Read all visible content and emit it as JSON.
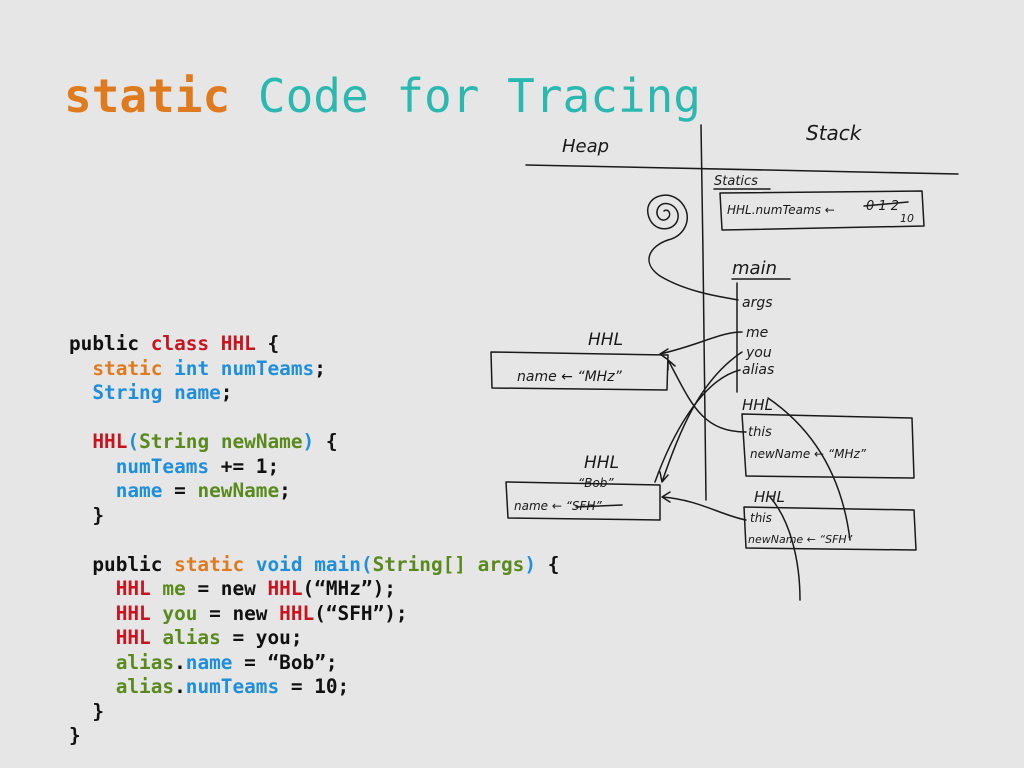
{
  "title": {
    "keyword": "static",
    "rest": "Code for Tracing",
    "keyword_color": "#e07a1e",
    "rest_color": "#2bb8b0"
  },
  "colors": {
    "plain": "#111111",
    "class_ref": "#c8141e",
    "static_kw": "#e07a1e",
    "type_field": "#1f8fdb",
    "variable": "#5a8a1e"
  },
  "code_lines": [
    [
      {
        "t": "public ",
        "c": "plain"
      },
      {
        "t": "class ",
        "c": "class_ref"
      },
      {
        "t": "HHL",
        "c": "class_ref"
      },
      {
        "t": " {",
        "c": "plain"
      }
    ],
    [
      {
        "t": "  ",
        "c": "plain"
      },
      {
        "t": "static ",
        "c": "static_kw"
      },
      {
        "t": "int ",
        "c": "type_field"
      },
      {
        "t": "numTeams",
        "c": "type_field"
      },
      {
        "t": ";",
        "c": "plain"
      }
    ],
    [
      {
        "t": "  ",
        "c": "plain"
      },
      {
        "t": "String ",
        "c": "type_field"
      },
      {
        "t": "name",
        "c": "type_field"
      },
      {
        "t": ";",
        "c": "plain"
      }
    ],
    [],
    [
      {
        "t": "  ",
        "c": "plain"
      },
      {
        "t": "HHL",
        "c": "class_ref"
      },
      {
        "t": "(",
        "c": "type_field"
      },
      {
        "t": "String ",
        "c": "variable"
      },
      {
        "t": "newName",
        "c": "variable"
      },
      {
        "t": ")",
        "c": "type_field"
      },
      {
        "t": " {",
        "c": "plain"
      }
    ],
    [
      {
        "t": "    ",
        "c": "plain"
      },
      {
        "t": "numTeams",
        "c": "type_field"
      },
      {
        "t": " += 1;",
        "c": "plain"
      }
    ],
    [
      {
        "t": "    ",
        "c": "plain"
      },
      {
        "t": "name",
        "c": "type_field"
      },
      {
        "t": " = ",
        "c": "plain"
      },
      {
        "t": "newName",
        "c": "variable"
      },
      {
        "t": ";",
        "c": "plain"
      }
    ],
    [
      {
        "t": "  }",
        "c": "plain"
      }
    ],
    [],
    [
      {
        "t": "  public ",
        "c": "plain"
      },
      {
        "t": "static ",
        "c": "static_kw"
      },
      {
        "t": "void ",
        "c": "type_field"
      },
      {
        "t": "main",
        "c": "type_field"
      },
      {
        "t": "(",
        "c": "type_field"
      },
      {
        "t": "String[] ",
        "c": "variable"
      },
      {
        "t": "args",
        "c": "variable"
      },
      {
        "t": ")",
        "c": "type_field"
      },
      {
        "t": " {",
        "c": "plain"
      }
    ],
    [
      {
        "t": "    ",
        "c": "plain"
      },
      {
        "t": "HHL ",
        "c": "class_ref"
      },
      {
        "t": "me",
        "c": "variable"
      },
      {
        "t": " = new ",
        "c": "plain"
      },
      {
        "t": "HHL",
        "c": "class_ref"
      },
      {
        "t": "(“MHz”);",
        "c": "plain"
      }
    ],
    [
      {
        "t": "    ",
        "c": "plain"
      },
      {
        "t": "HHL ",
        "c": "class_ref"
      },
      {
        "t": "you",
        "c": "variable"
      },
      {
        "t": " = new ",
        "c": "plain"
      },
      {
        "t": "HHL",
        "c": "class_ref"
      },
      {
        "t": "(“SFH”);",
        "c": "plain"
      }
    ],
    [
      {
        "t": "    ",
        "c": "plain"
      },
      {
        "t": "HHL ",
        "c": "class_ref"
      },
      {
        "t": "alias",
        "c": "variable"
      },
      {
        "t": " = you;",
        "c": "plain"
      }
    ],
    [
      {
        "t": "    ",
        "c": "plain"
      },
      {
        "t": "alias",
        "c": "variable"
      },
      {
        "t": ".",
        "c": "plain"
      },
      {
        "t": "name",
        "c": "type_field"
      },
      {
        "t": " = “Bob”;",
        "c": "plain"
      }
    ],
    [
      {
        "t": "    ",
        "c": "plain"
      },
      {
        "t": "alias",
        "c": "variable"
      },
      {
        "t": ".",
        "c": "plain"
      },
      {
        "t": "numTeams",
        "c": "type_field"
      },
      {
        "t": " = 10;",
        "c": "plain"
      }
    ],
    [
      {
        "t": "  }",
        "c": "plain"
      }
    ],
    [
      {
        "t": "}",
        "c": "plain"
      }
    ]
  ],
  "sketch": {
    "heap_label": "Heap",
    "stack_label": "Stack",
    "statics_label": "Statics",
    "statics_entry": "HHL.numTeams ←",
    "statics_value_crossed": "0 1 2",
    "statics_value_current": "10",
    "main_label": "main",
    "main_vars": [
      "args",
      "me",
      "you",
      "alias"
    ],
    "heap_obj_1_label": "HHL",
    "heap_obj_1_field": "name ← “MHz”",
    "heap_obj_2_label": "HHL",
    "heap_obj_2_new_value": "“Bob”",
    "heap_obj_2_field": "name ← “SFH”",
    "frame_1_label": "HHL",
    "frame_1_this": "this",
    "frame_1_param": "newName ← “MHz”",
    "frame_2_label": "HHL",
    "frame_2_this": "this",
    "frame_2_param": "newName ← “SFH”"
  }
}
